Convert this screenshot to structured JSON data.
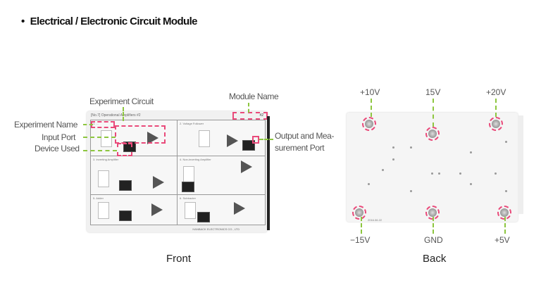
{
  "title": "Electrical / Electronic Circuit Module",
  "front": {
    "caption": "Front",
    "labels": {
      "experiment_circuit": "Experiment Circuit",
      "module_name": "Module Name",
      "experiment_name": "Experiment Name",
      "input_port": "Input Port",
      "device_used": "Device Used",
      "output_port_line1": "Output and Mea-",
      "output_port_line2": "surement Port"
    },
    "board_title": "[No.7] Operational Amplifiers #2",
    "module_tag": "#2",
    "sections": [
      "1. ...",
      "2. Voltage Follower",
      "3. Inverting Amplifier",
      "4. Non-inverting Amplifier",
      "5. Adder",
      "6. Subtracter"
    ],
    "company": "HANBACK ELECTRONICS CO., LTD"
  },
  "back": {
    "caption": "Back",
    "date": "2016.06.22",
    "terminals": [
      "+10V",
      "15V",
      "+20V",
      "−15V",
      "GND",
      "+5V"
    ]
  },
  "colors": {
    "highlight": "#e94a7a",
    "leader": "#8dc63f"
  }
}
